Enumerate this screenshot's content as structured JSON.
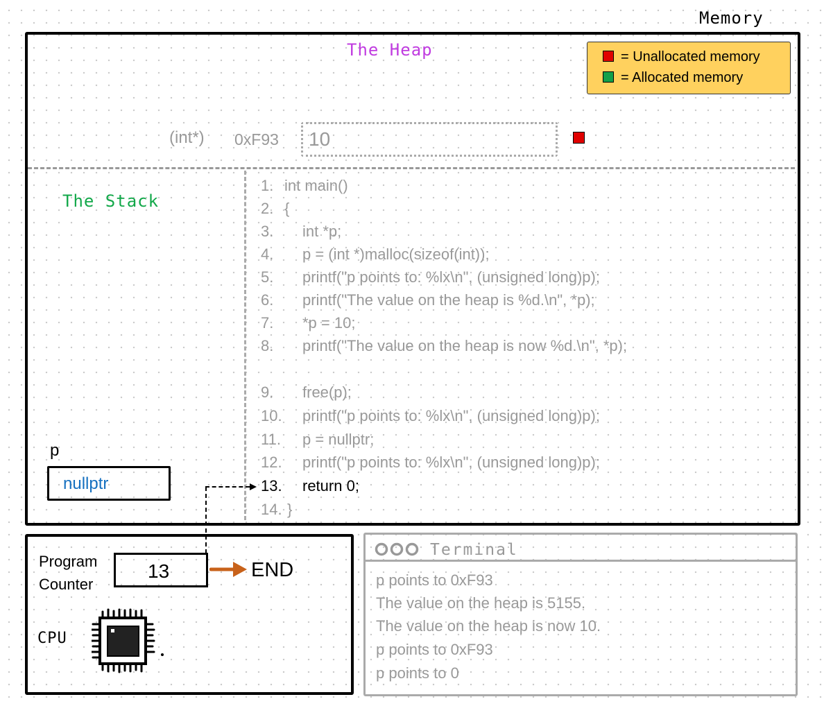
{
  "memory_title": "Memory",
  "heap": {
    "title": "The Heap",
    "legend": [
      {
        "label": "= Unallocated memory",
        "color": "#e00000"
      },
      {
        "label": "= Allocated memory",
        "color": "#12a04a"
      }
    ],
    "cell": {
      "type": "(int*)",
      "address": "0xF93",
      "value": "10",
      "status": "unallocated"
    }
  },
  "stack": {
    "title": "The Stack",
    "variable": {
      "name": "p",
      "value": "nullptr"
    }
  },
  "code": {
    "current_line": 13,
    "lines": [
      {
        "num": "1.",
        "text": "int main()"
      },
      {
        "num": "2.",
        "text": "{"
      },
      {
        "num": "3.",
        "text": "int *p;"
      },
      {
        "num": "4.",
        "text": "p = (int *)malloc(sizeof(int));"
      },
      {
        "num": "5.",
        "text": "printf(\"p points to: %lx\\n\", (unsigned long)p);"
      },
      {
        "num": "6.",
        "text": "printf(\"The value on the heap is %d.\\n\", *p);"
      },
      {
        "num": "7.",
        "text": "*p = 10;"
      },
      {
        "num": "8.",
        "text": "printf(\"The value on the heap is now %d.\\n\", *p);"
      },
      {
        "num": "9.",
        "text": "free(p);"
      },
      {
        "num": "10.",
        "text": "printf(\"p points to: %lx\\n\", (unsigned long)p);"
      },
      {
        "num": "11.",
        "text": "p = nullptr;"
      },
      {
        "num": "12.",
        "text": "printf(\"p points to: %lx\\n\", (unsigned long)p);"
      },
      {
        "num": "13.",
        "text": "return 0;"
      },
      {
        "num": "14.",
        "text": "}"
      }
    ]
  },
  "cpu": {
    "pc_label_line1": "Program",
    "pc_label_line2": "Counter",
    "pc_value": "13",
    "next_label": "END",
    "cpu_label": "CPU",
    "icon": "cpu-chip-icon"
  },
  "terminal": {
    "title": "Terminal",
    "icon": "window-dots-icon",
    "lines": [
      "p points to 0xF93",
      "The value on the heap is 5155.",
      "The value on the heap is now 10.",
      "p points to 0xF93",
      "p points to 0"
    ]
  }
}
